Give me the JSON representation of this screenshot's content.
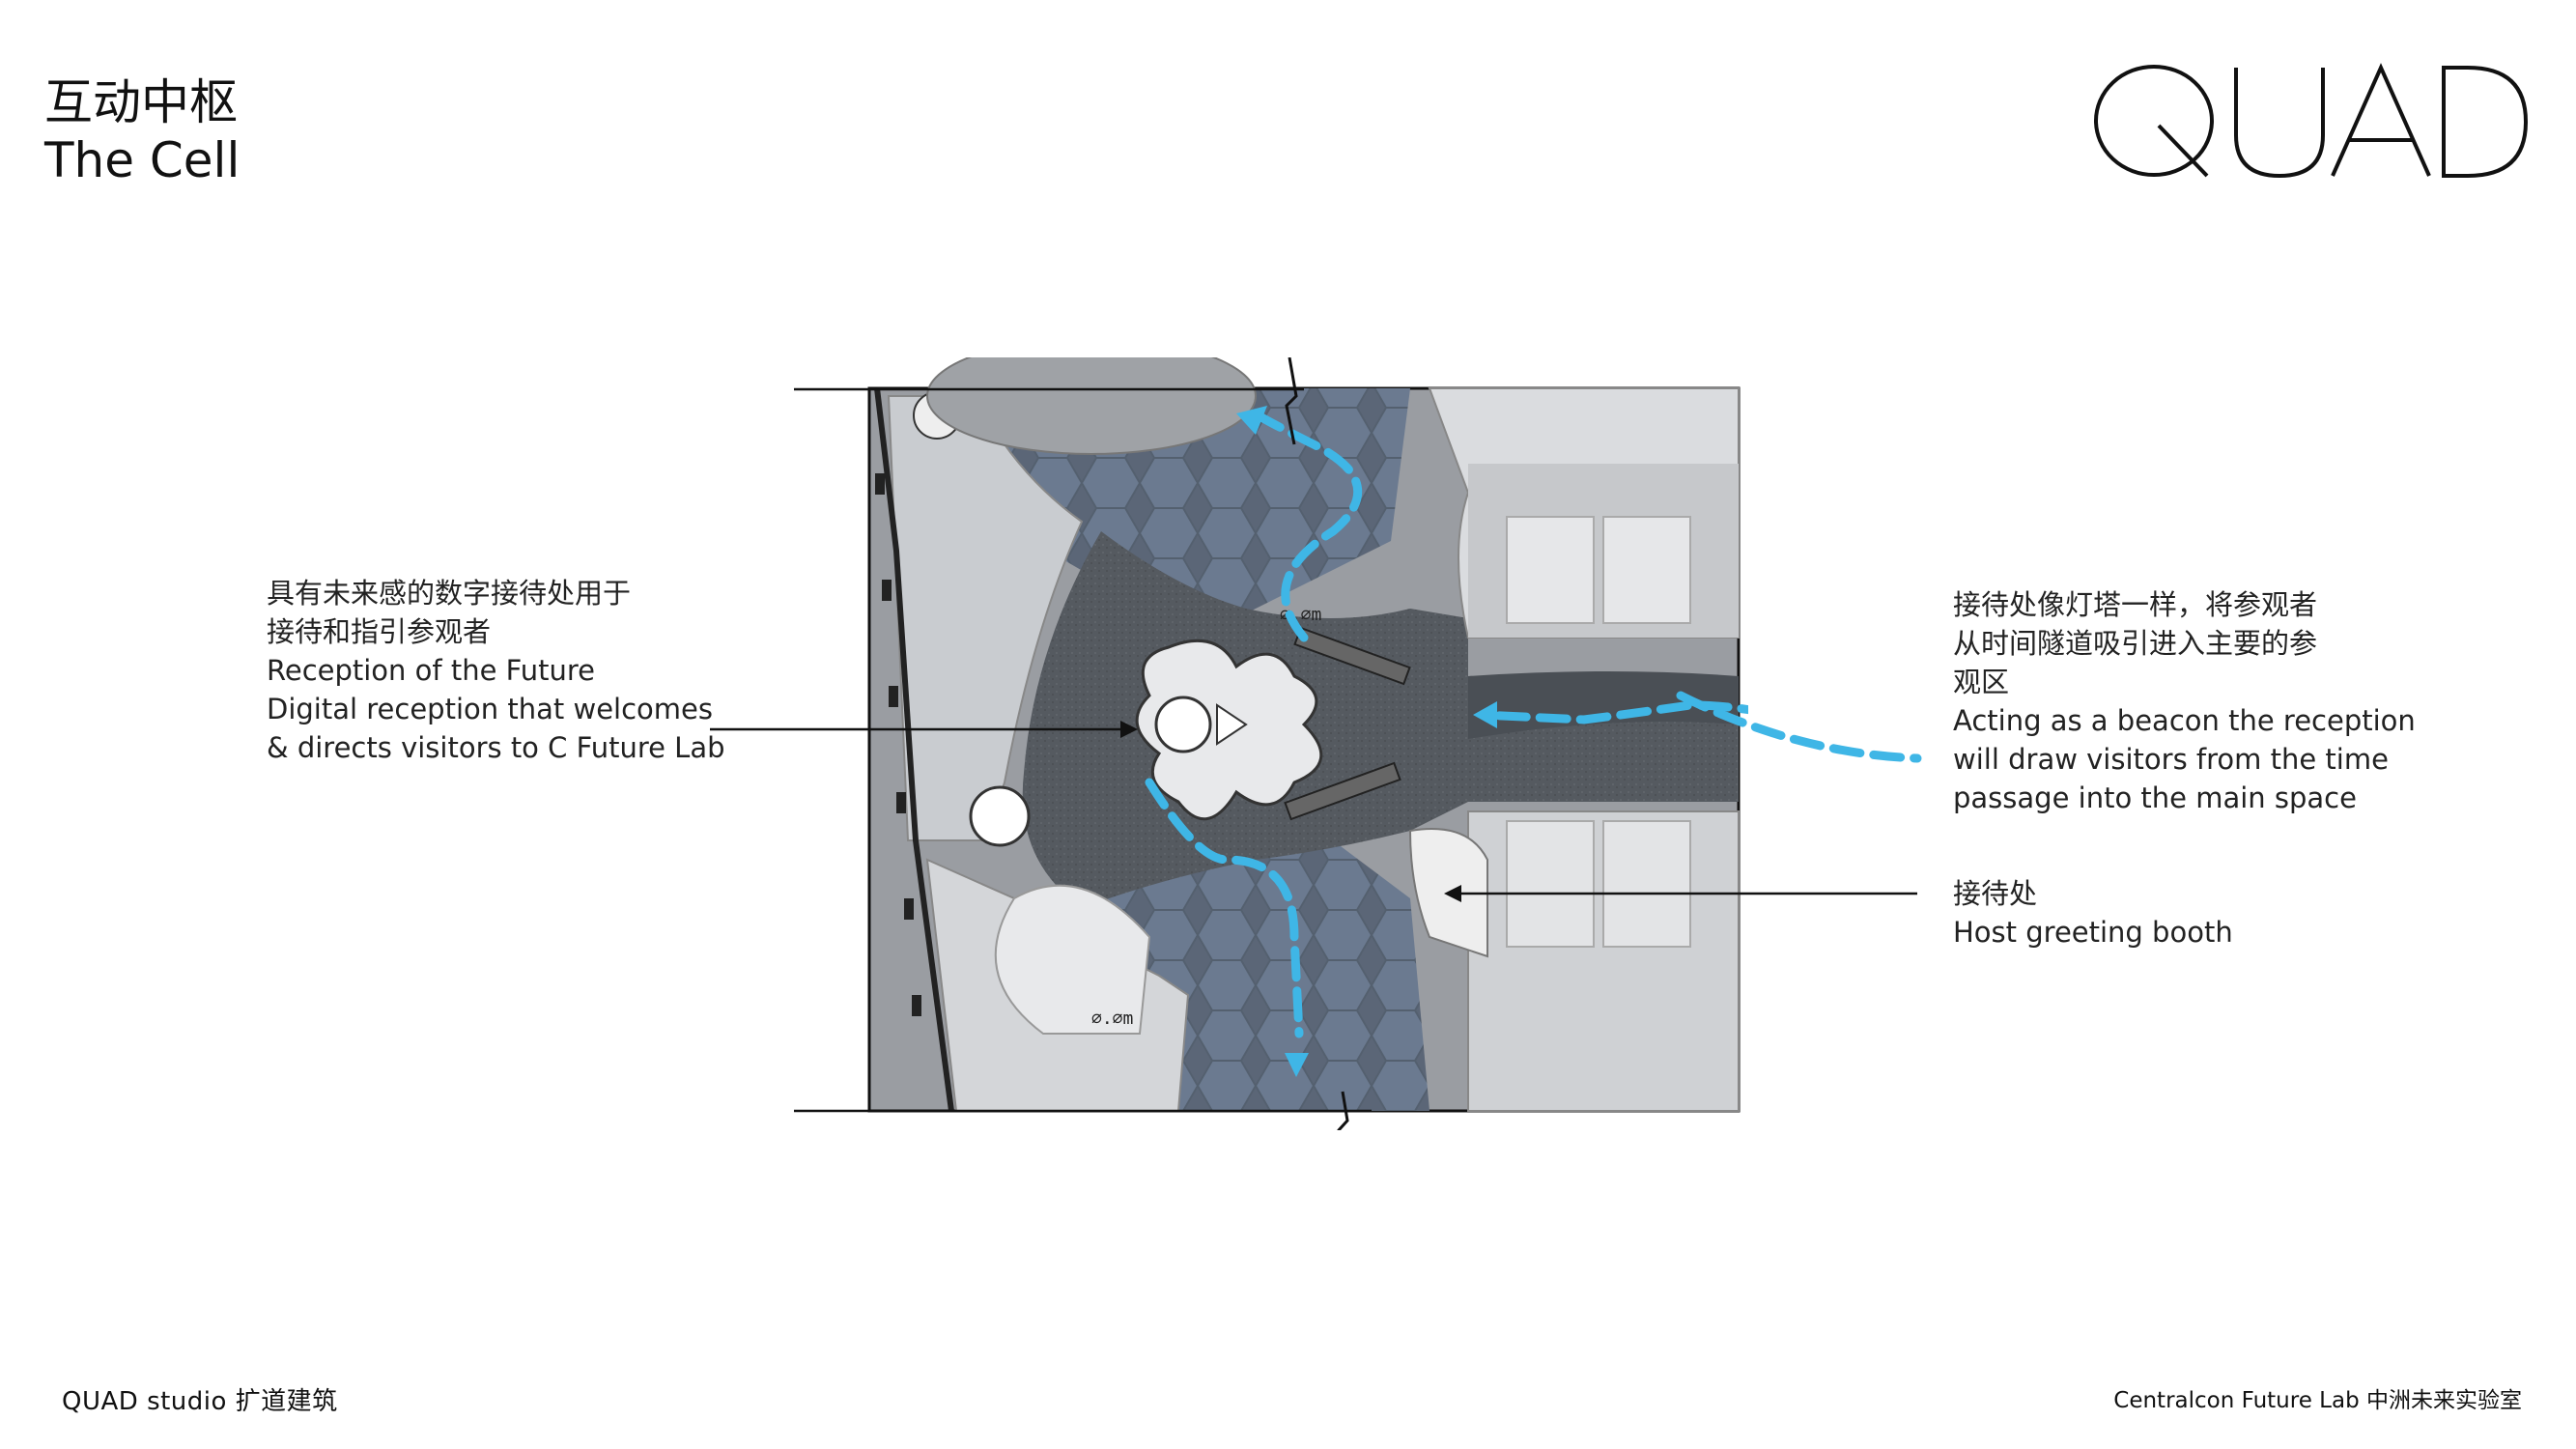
{
  "title": {
    "zh": "互动中枢",
    "en": "The Cell"
  },
  "logo": {
    "text": "QUAD"
  },
  "annotations": {
    "left": {
      "zh_line1": "具有未来感的数字接待处用于",
      "zh_line2": "接待和指引参观者",
      "en_line1": "Reception of the Future",
      "en_line2": "Digital reception that welcomes",
      "en_line3": "& directs visitors to C Future Lab"
    },
    "right_top": {
      "zh_line1": "接待处像灯塔一样，将参观者",
      "zh_line2": "从时间隧道吸引进入主要的参",
      "zh_line3": "观区",
      "en_line1": "Acting as a beacon the reception",
      "en_line2": "will draw visitors from the time",
      "en_line3": "passage into the main space"
    },
    "right_bottom": {
      "zh_line1": "接待处",
      "en_line1": "Host greeting booth"
    }
  },
  "plan": {
    "level_label_1": "⌀.⌀m",
    "level_label_2": "⌀.⌀m",
    "arrow_color": "#3fb6e6"
  },
  "footer": {
    "left": "QUAD studio 扩道建筑",
    "right": "Centralcon Future Lab 中洲未来实验室"
  }
}
